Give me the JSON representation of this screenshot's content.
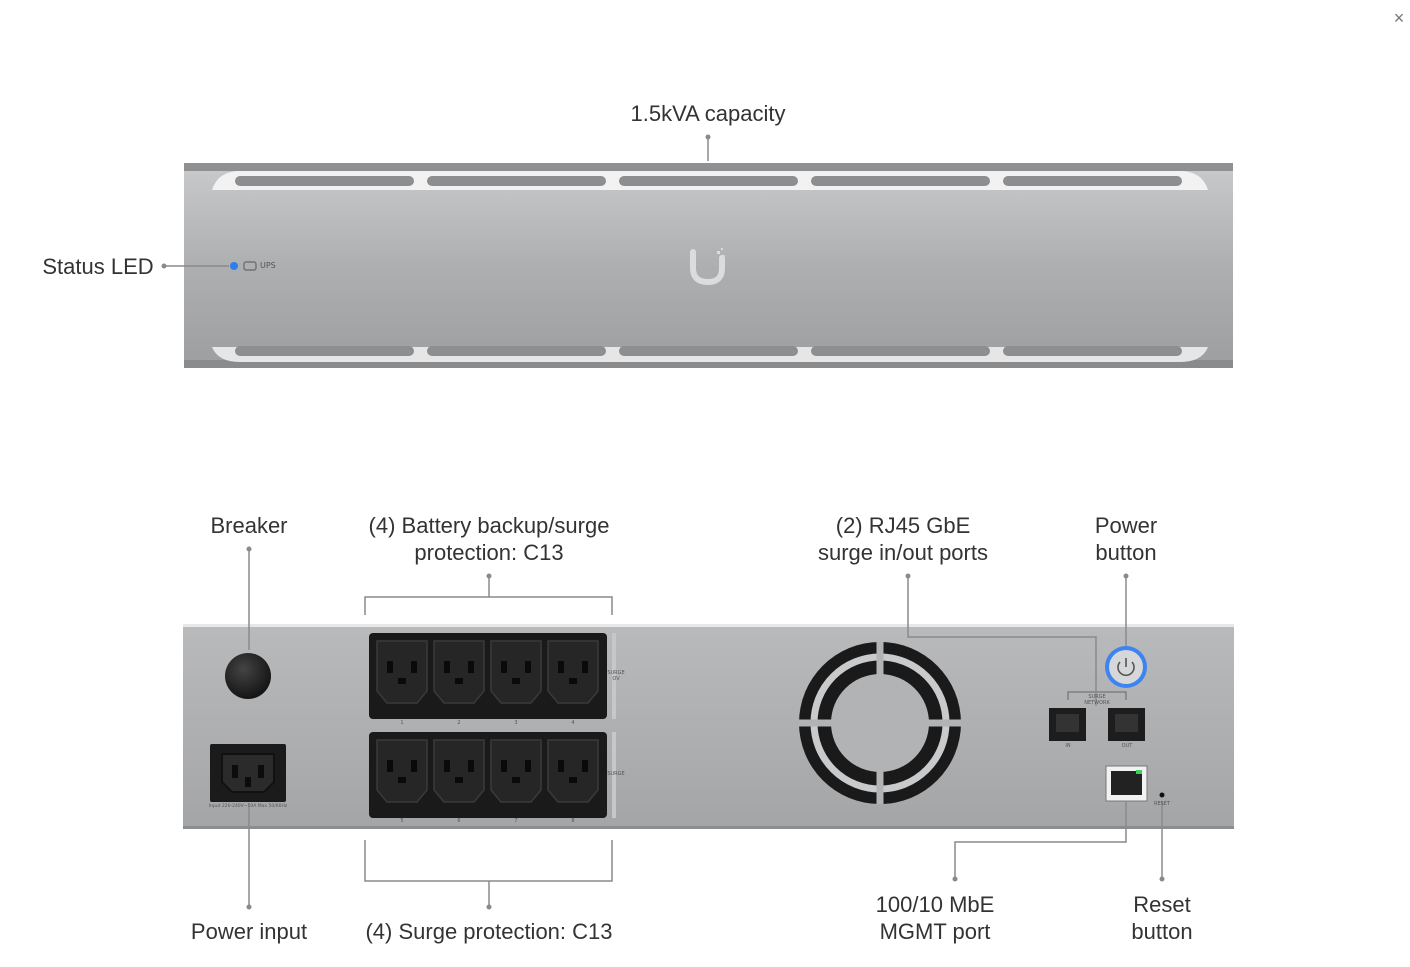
{
  "close_label": "×",
  "labels": {
    "capacity": "1.5kVA capacity",
    "status_led": "Status LED",
    "breaker": "Breaker",
    "battery_outlets_line1": "(4) Battery backup/surge",
    "battery_outlets_line2": "protection: C13",
    "rj45_line1": "(2) RJ45 GbE",
    "rj45_line2": "surge in/out ports",
    "power_button_line1": "Power",
    "power_button_line2": "button",
    "power_input": "Power input",
    "surge_outlets": "(4) Surge protection: C13",
    "mgmt_line1": "100/10 MbE",
    "mgmt_line2": "MGMT port",
    "reset_line1": "Reset",
    "reset_line2": "button"
  },
  "front_panel": {
    "ups_indicator_text": "UPS"
  },
  "rear_panel": {
    "surge_ov_label": "SURGE OV",
    "surge_label": "SURGE",
    "surge_network_label": "SURGE NETWORK",
    "in_label": "IN",
    "out_label": "OUT",
    "reset_label": "RESET",
    "input_rating": "Input 220-240V~10A Max 50/60Hz",
    "outlet_numbers_top": [
      "1",
      "2",
      "3",
      "4"
    ],
    "outlet_numbers_bottom": [
      "5",
      "6",
      "7",
      "8"
    ]
  },
  "colors": {
    "device_gray": "#a9aaac",
    "led_blue": "#2f7ef0",
    "power_ring_blue": "#3d84f0",
    "outlet_black": "#1c1c1c"
  }
}
